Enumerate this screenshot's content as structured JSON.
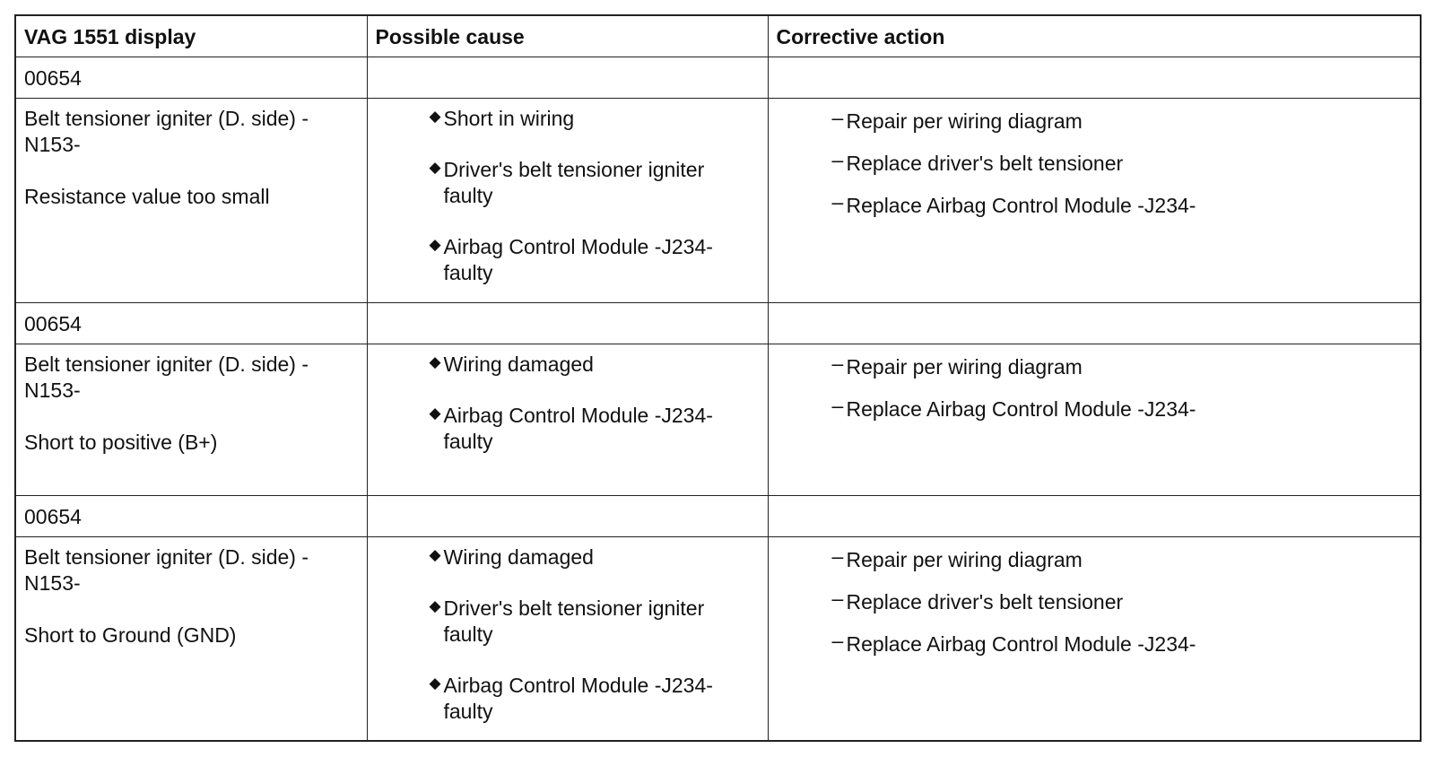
{
  "table": {
    "headers": [
      "VAG 1551 display",
      "Possible cause",
      "Corrective action"
    ],
    "rows": [
      {
        "code": "00654",
        "display": [
          "Belt tensioner igniter (D. side) -",
          "N153-",
          "Resistance value too small"
        ],
        "causes": [
          "Short in wiring",
          "Driver's belt tensioner igniter faulty",
          "Airbag Control Module -J234- faulty"
        ],
        "actions": [
          "Repair per wiring diagram",
          "Replace driver's belt tensioner",
          "Replace Airbag Control Module -J234-"
        ]
      },
      {
        "code": "00654",
        "display": [
          "Belt tensioner igniter (D. side) -",
          "N153-",
          "Short to positive (B+)"
        ],
        "causes": [
          "Wiring damaged",
          "Airbag Control Module -J234- faulty"
        ],
        "actions": [
          "Repair per wiring diagram",
          "Replace Airbag Control Module -J234-"
        ]
      },
      {
        "code": "00654",
        "display": [
          "Belt tensioner igniter (D. side) -",
          "N153-",
          "Short to Ground (GND)"
        ],
        "causes": [
          "Wiring damaged",
          "Driver's belt tensioner igniter faulty",
          "Airbag Control Module -J234- faulty"
        ],
        "actions": [
          "Repair per wiring diagram",
          "Replace driver's belt tensioner",
          "Replace Airbag Control Module -J234-"
        ]
      }
    ]
  },
  "icons": {
    "cause_bullet": "diamond-bullet-icon",
    "action_bullet": "dash-bullet-icon"
  }
}
